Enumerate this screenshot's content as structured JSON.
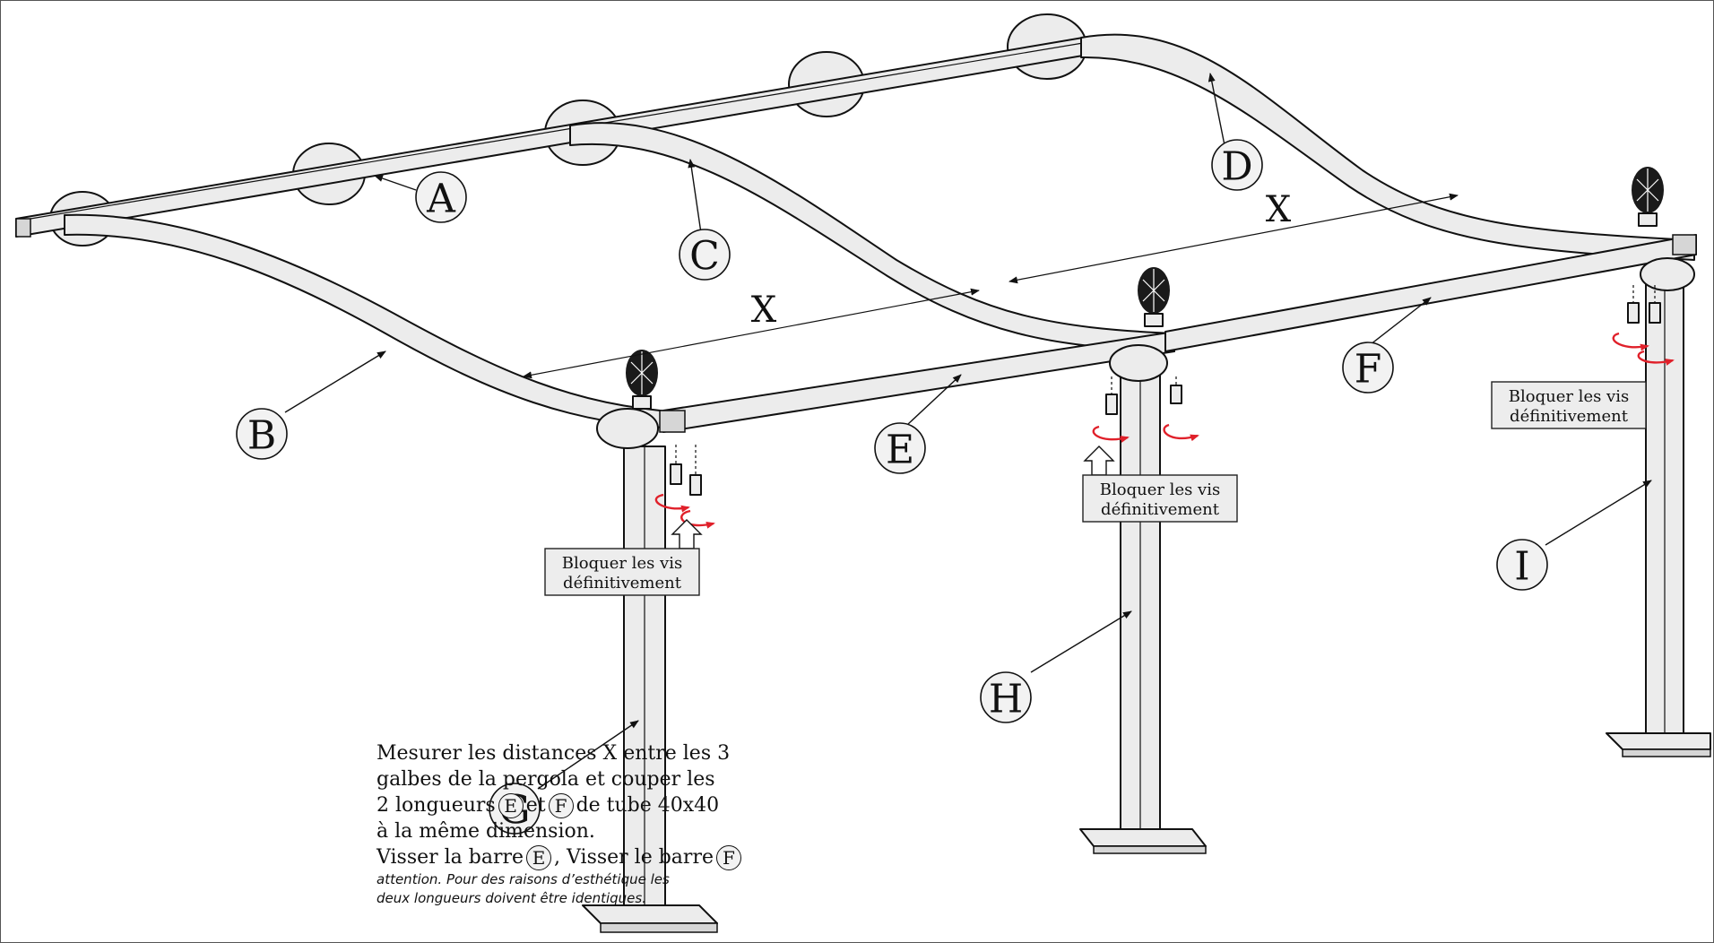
{
  "labels": {
    "A": "A",
    "B": "B",
    "C": "C",
    "D": "D",
    "E": "E",
    "F": "F",
    "G": "G",
    "H": "H",
    "I": "I"
  },
  "dimension_label": "X",
  "notes": {
    "line1": "Bloquer les vis",
    "line2": "définitivement"
  },
  "instructions": {
    "line1": "Mesurer les distances X entre les 3",
    "line2": "galbes de la pergola et couper les",
    "line3_a": "2 longueurs",
    "line3_b": "et",
    "line3_c": "de tube 40x40",
    "line4": "à la même dimension.",
    "line5_a": "Visser la barre",
    "line5_b": ", Visser le barre",
    "note1": "attention. Pour des raisons d’esthétique les",
    "note2": "deux longueurs doivent être identiques."
  },
  "colors": {
    "accent_red": "#e0202a",
    "tube_fill": "#ececec",
    "label_fill": "#f2f2f2"
  }
}
